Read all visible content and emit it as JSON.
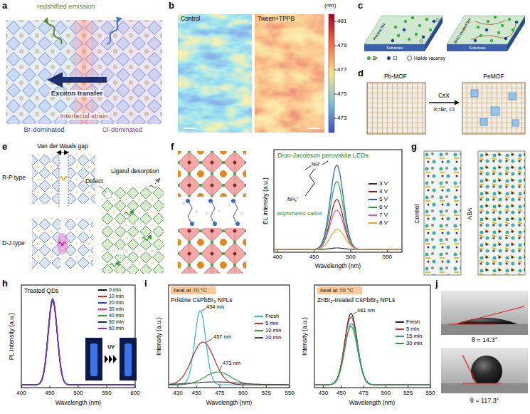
{
  "diagram": {
    "nodes": [
      {
        "text": [
          "heat at 70 °C"
        ]
      },
      {
        "text": [
          "heat at 70 °C"
        ]
      }
    ],
    "labels": [
      "a",
      "redshifted emission",
      "Exciton transfer",
      "Interfacial strain",
      "Br-dominated",
      "Cl-dominated",
      "b",
      "Control",
      "Tween+TPPB",
      "(nm)",
      "481",
      "479",
      "477",
      "475",
      "473",
      "c",
      "Pristine film",
      "Substrate",
      "BHCl treated film",
      "Substrate",
      "d",
      "Pb-MOF",
      "PeMOF",
      "CsX",
      "X=Br, Cl",
      "e",
      "Van der Waals gap",
      "R-P type",
      "D-J type",
      "Defect",
      "Ligand desorption",
      "f",
      "Dion-Jacobson perovskite LEDs",
      "NH⁺",
      "NH₃⁺",
      "asymmetric cation",
      "EL intensity (a.u.)",
      "400",
      "450",
      "500",
      "550",
      "Wavelength (nm)",
      "g",
      "Control",
      "ABA",
      "h",
      "Treated QDs",
      "PL Intensity (a.u.)",
      "400",
      "450",
      "500",
      "550",
      "600",
      "Wavelength (nm)",
      "UV",
      "i",
      "Pristine CsPbBr₃ NPLs",
      "454 nm",
      "457 nm",
      "473 nm",
      "Intensity (a.u.)",
      "430",
      "450",
      "475",
      "500",
      "525",
      "550",
      "Wavelength (nm)",
      "ZnBr₂-treated CsPbBr₃ NPLs",
      "461 nm",
      "Intensity (a.u.)",
      "430",
      "450",
      "475",
      "500",
      "525",
      "550",
      "Wavelength (nm)",
      "j",
      "θ = 14.3°",
      "θ = 117.3°"
    ],
    "legend": [
      {
        "text": "Br",
        "color": "#3cb043"
      },
      {
        "text": "Cl",
        "color": "#1f3f9a"
      },
      {
        "text": "Halide vacancy"
      },
      {
        "text": "3 V",
        "color": "#333333"
      },
      {
        "text": "4 V",
        "color": "#8b1a1a"
      },
      {
        "text": "5 V",
        "color": "#1f5fd1"
      },
      {
        "text": "6 V",
        "color": "#2e9e3e"
      },
      {
        "text": "7 V",
        "color": "#e052a8"
      },
      {
        "text": "8 V",
        "color": "#f0a020"
      },
      {
        "text": "0 min",
        "color": "#111111"
      },
      {
        "text": "10 min",
        "color": "#e02020"
      },
      {
        "text": "20 min",
        "color": "#2040e0"
      },
      {
        "text": "30 min",
        "color": "#e020e0"
      },
      {
        "text": "40 min",
        "color": "#20a020"
      },
      {
        "text": "50 min",
        "color": "#1a237e"
      },
      {
        "text": "60 min",
        "color": "#8a2be2"
      },
      {
        "text": "Fresh",
        "color": "#2ab8d8"
      },
      {
        "text": "5 min",
        "color": "#b03030"
      },
      {
        "text": "10 min",
        "color": "#2e9e3e"
      },
      {
        "text": "20 min",
        "color": "#444444"
      },
      {
        "text": "Fresh",
        "color": "#222222"
      },
      {
        "text": "5 min",
        "color": "#d03030"
      },
      {
        "text": "15 min",
        "color": "#20a0a0"
      },
      {
        "text": "30 min",
        "color": "#2e9e3e"
      }
    ]
  }
}
